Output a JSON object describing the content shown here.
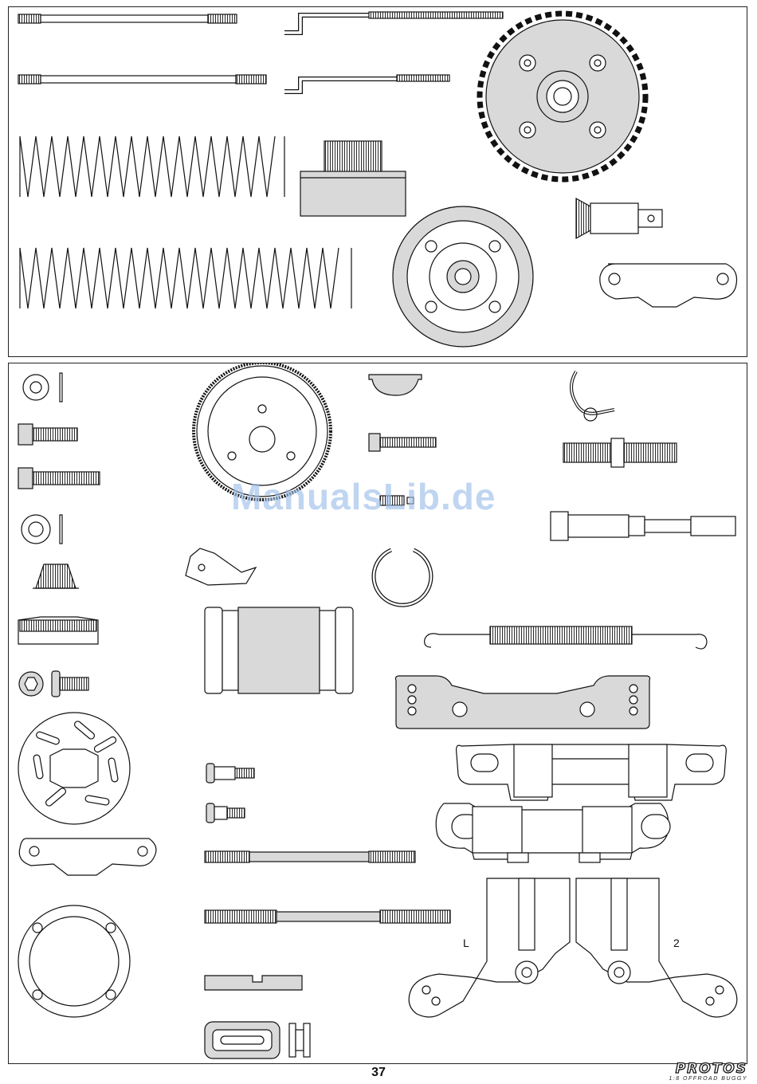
{
  "page": {
    "number": "37"
  },
  "watermark": {
    "text": "ManualsLib.de"
  },
  "brand": {
    "logo": "PROTOS",
    "tagline": "1:8 OFFROAD BUGGY"
  },
  "colors": {
    "line": "#111111",
    "part_fill": "#d9d9d9",
    "watermark": "#9ec0ea"
  },
  "sections": [
    {
      "name": "gear-shaft-spring-parts",
      "part_count": 12
    },
    {
      "name": "small-hardware-parts",
      "part_count": 39
    }
  ],
  "diagram_labels": {
    "left_knuckle": "L",
    "right_knuckle": "2"
  }
}
